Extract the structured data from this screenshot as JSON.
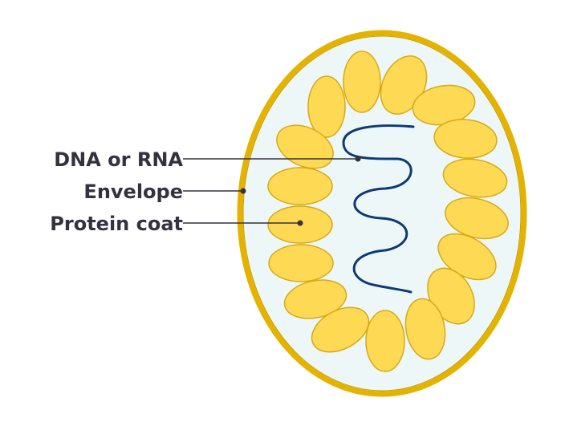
{
  "diagram": {
    "labels": {
      "dna_or_rna": "DNA or RNA",
      "envelope": "Envelope",
      "protein_coat": "Protein coat"
    },
    "colors": {
      "envelope": "#e4b300",
      "cell_fill": "#eef7f8",
      "capsomere_fill": "#fed954",
      "capsomere_stroke": "#d6aa17",
      "nucleic_acid": "#0d3a75",
      "leader_line": "#33323f",
      "label_text": "#33323f"
    }
  }
}
